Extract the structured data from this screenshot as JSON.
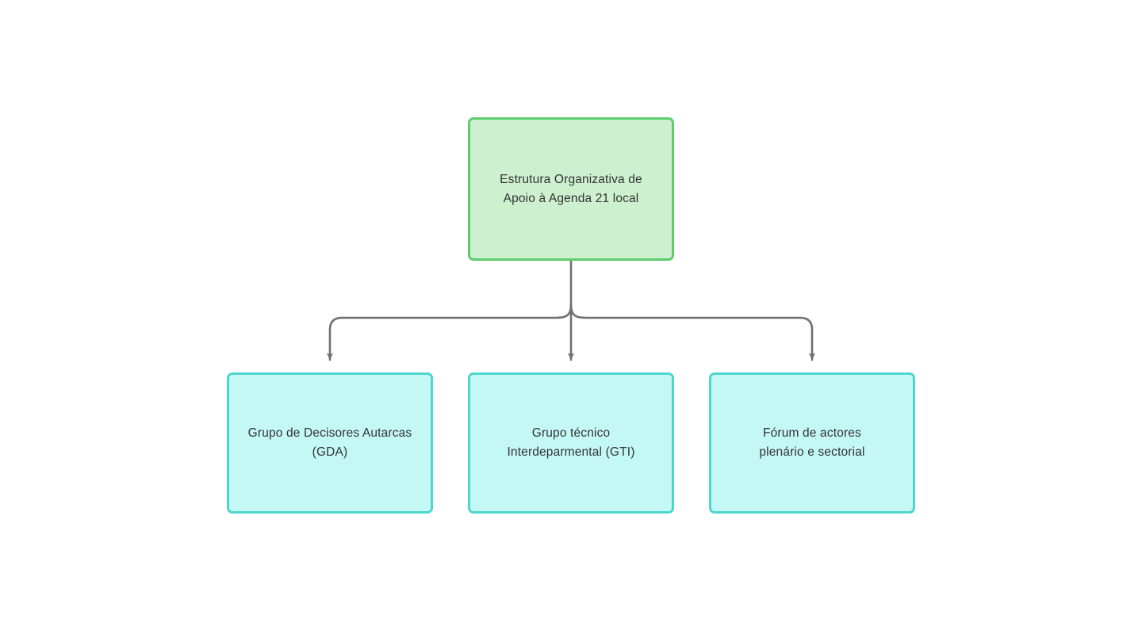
{
  "diagram": {
    "type": "flowchart",
    "direction": "top-down",
    "background_color": "#ffffff",
    "edge_color": "#707070",
    "text_color": "#333333",
    "root": {
      "id": "root",
      "label": "Estrutura Organizativa de\nApoio à Agenda 21 local",
      "fill_color": "#cdf0cf",
      "border_color": "#5ccd6f"
    },
    "children": [
      {
        "id": "gda",
        "label": "Grupo de Decisores Autarcas\n(GDA)",
        "fill_color": "#c4f8f5",
        "border_color": "#4dd6cd"
      },
      {
        "id": "gti",
        "label": "Grupo técnico\nInterdeparmental (GTI)",
        "fill_color": "#c4f8f5",
        "border_color": "#4dd6cd"
      },
      {
        "id": "forum",
        "label": "Fórum de actores\nplenário e sectorial",
        "fill_color": "#c4f8f5",
        "border_color": "#4dd6cd"
      }
    ],
    "edges": [
      {
        "from": "root",
        "to": "gda",
        "arrow": "filled-triangle"
      },
      {
        "from": "root",
        "to": "gti",
        "arrow": "filled-triangle"
      },
      {
        "from": "root",
        "to": "forum",
        "arrow": "filled-triangle"
      }
    ]
  }
}
